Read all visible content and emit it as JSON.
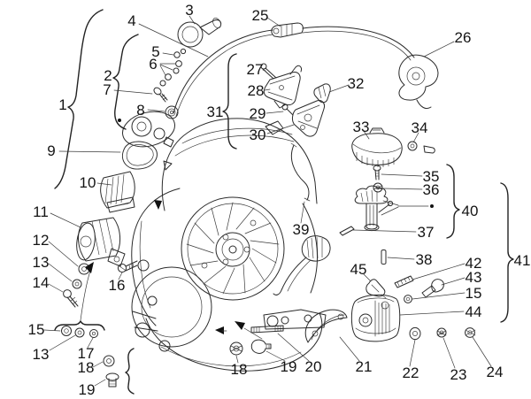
{
  "figure": {
    "kind": "exploded-parts-diagram",
    "subject": "engine-flywheel-magneto-assembly",
    "background_color": "#ffffff",
    "line_color": "#2b2b2b",
    "label_color": "#141414"
  },
  "labels": {
    "n1": "1",
    "n2": "2",
    "n3": "3",
    "n4": "4",
    "n5": "5",
    "n6": "6",
    "n7": "7",
    "n8": "8",
    "n9": "9",
    "n10": "10",
    "n11": "11",
    "n12": "12",
    "n13": "13",
    "n13b": "13",
    "n14": "14",
    "n15": "15",
    "n15b": "15",
    "n16": "16",
    "n17": "17",
    "n18": "18",
    "n18b": "18",
    "n19": "19",
    "n19b": "19",
    "n20": "20",
    "n21": "21",
    "n22": "22",
    "n23": "23",
    "n24": "24",
    "n25": "25",
    "n26": "26",
    "n27": "27",
    "n28": "28",
    "n29": "29",
    "n30": "30",
    "n31": "31",
    "n32": "32",
    "n33": "33",
    "n34": "34",
    "n35": "35",
    "n36": "36",
    "n37": "37",
    "n38": "38",
    "n39": "39",
    "n40": "40",
    "n41": "41",
    "n42": "42",
    "n43": "43",
    "n44": "44",
    "n45": "45"
  }
}
